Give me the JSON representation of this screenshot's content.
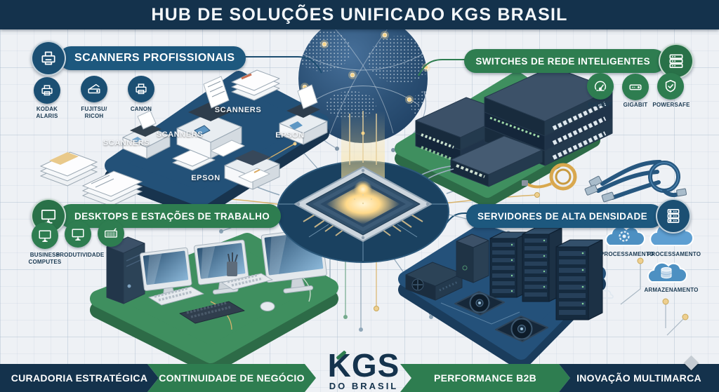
{
  "header": {
    "title": "HUB DE SOLUÇÕES UNIFICADO KGS BRASIL"
  },
  "colors": {
    "navy_dark": "#14324c",
    "navy_pill": "#1d587e",
    "green": "#2e7d50",
    "platform_green": "#3f8f5f",
    "platform_navy": "#235178",
    "accent_gold": "#d9b36a",
    "cloud_blue": "#4d90c2",
    "background": "#eef1f5"
  },
  "sections": {
    "scanners": {
      "title": "SCANNERS PROFISSIONAIS",
      "brand_icons": [
        {
          "icon": "printer-icon",
          "label": "KODAK ALARIS"
        },
        {
          "icon": "flatbed-scanner-icon",
          "label": "FUJITSU/ RICOH"
        },
        {
          "icon": "printer-icon",
          "label": "CANON"
        }
      ],
      "platform_labels": [
        "SCANNERS",
        "SCANNERS",
        "SCANNERS",
        "EPSON",
        "EPSON"
      ]
    },
    "switches": {
      "title": "SWITCHES DE REDE INTELIGENTES",
      "feature_icons": [
        {
          "icon": "speedometer-icon",
          "label": "GIGABIT"
        },
        {
          "icon": "switch-icon",
          "label": "GIGABIT"
        },
        {
          "icon": "shield-check-icon",
          "label": "POWERSAFE"
        }
      ]
    },
    "desktops": {
      "title": "DESKTOPS E ESTAÇÕES DE TRABALHO",
      "feature_icons": [
        {
          "icon": "monitor-icon",
          "label": "BUSINESS COMPUTES"
        },
        {
          "icon": "monitor-icon",
          "label": "PRODUTIVIDADE"
        },
        {
          "icon": "keyboard-icon",
          "label": ""
        }
      ]
    },
    "servers": {
      "title": "SERVIDORES DE ALTA DENSIDADE",
      "cloud_icons": [
        {
          "icon": "cloud-gear-icon",
          "label": "PROCESSAMENTO"
        },
        {
          "icon": "cloud-icon",
          "label": "PROCESSAMENTO"
        },
        {
          "icon": "cloud-database-icon",
          "label": "ARMAZENAMENTO"
        }
      ]
    }
  },
  "footer": {
    "segments": [
      {
        "label": "CURADORIA ESTRATÉGICA",
        "color": "#14324c"
      },
      {
        "label": "CONTINUIDADE DE NEGÓCIO",
        "color": "#2e7d50"
      },
      {
        "label": "PERFORMANCE B2B",
        "color": "#2e7d50"
      },
      {
        "label": "INOVAÇÃO MULTIMARCA",
        "color": "#14324c"
      }
    ],
    "logo": {
      "name": "KGS",
      "subtitle": "DO BRASIL"
    }
  }
}
